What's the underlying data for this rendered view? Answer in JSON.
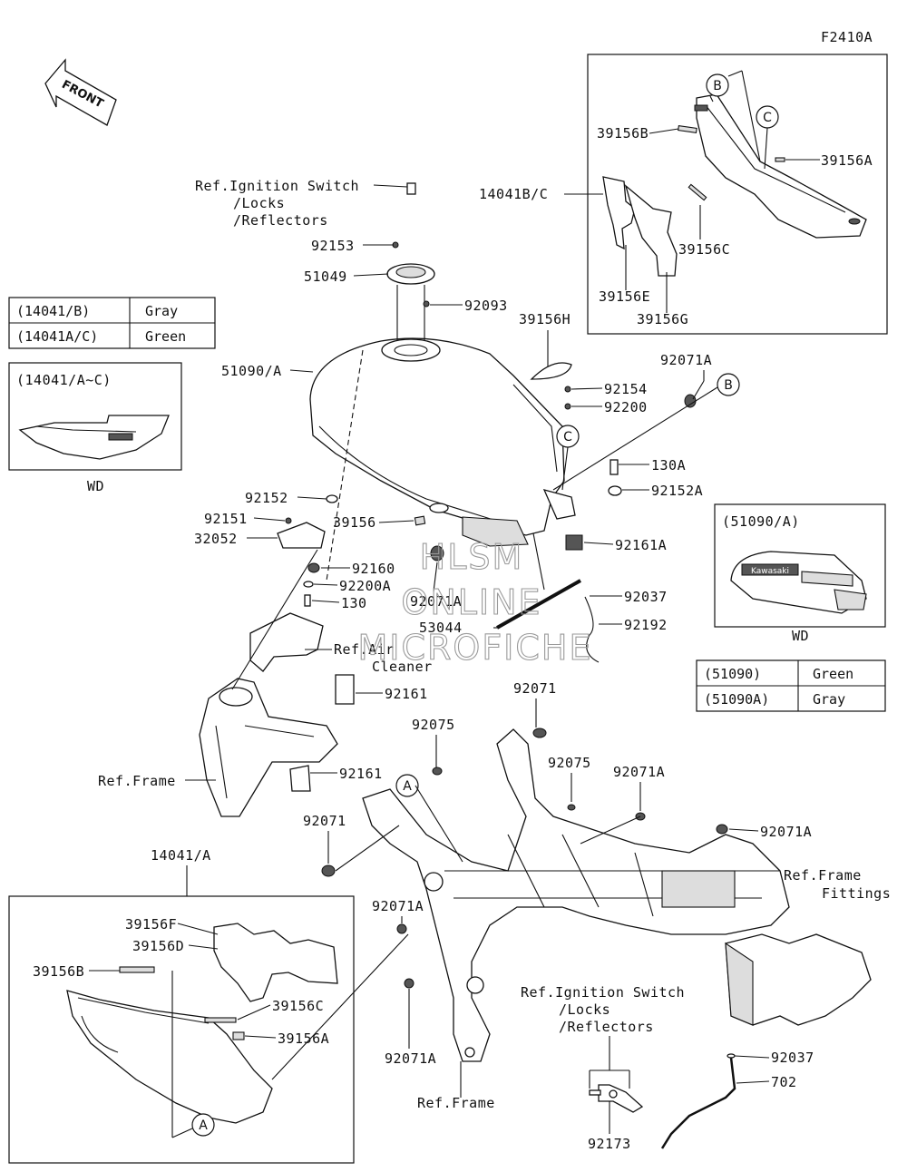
{
  "diagram_code": "F2410A",
  "front_label": "FRONT",
  "labels": {
    "ref_ign1": "Ref.Ignition Switch",
    "ref_ign1_b": "/Locks",
    "ref_ign1_c": "/Reflectors",
    "p92153": "92153",
    "p51049": "51049",
    "p92093": "92093",
    "p39156H": "39156H",
    "p51090A": "51090/A",
    "p92154": "92154",
    "p92200": "92200",
    "p92071A_top": "92071A",
    "p130A": "130A",
    "p92152A": "92152A",
    "p92161A": "92161A",
    "p92152": "92152",
    "p92151": "92151",
    "p32052": "32052",
    "p39156": "39156",
    "p92160": "92160",
    "p92200A": "92200A",
    "p130": "130",
    "p92071A_mid": "92071A",
    "p92037_top": "92037",
    "p53044": "53044",
    "p92192": "92192",
    "ref_air": "Ref.Air",
    "ref_air_b": "Cleaner",
    "p92161_a": "92161",
    "p92161_b": "92161",
    "ref_frame1": "Ref.Frame",
    "p92071": "92071",
    "p92075_a": "92075",
    "p92075_b": "92075",
    "p92071_b": "92071",
    "p92071A_r1": "92071A",
    "p92071A_r2": "92071A",
    "ref_frame_fit": "Ref.Frame",
    "ref_frame_fit_b": "Fittings",
    "p14041A": "14041/A",
    "p39156F": "39156F",
    "p39156D": "39156D",
    "p39156B_low": "39156B",
    "p39156C_low": "39156C",
    "p39156A_low": "39156A",
    "p92071A_l1": "92071A",
    "p92071A_l2": "92071A",
    "ref_ign2": "Ref.Ignition Switch",
    "ref_ign2_b": "/Locks",
    "ref_ign2_c": "/Reflectors",
    "ref_frame2": "Ref.Frame",
    "p92173": "92173",
    "p92037_low": "92037",
    "p702": "702",
    "p39156B_top": "39156B",
    "p14041BC": "14041B/C",
    "p39156A_top": "39156A",
    "p39156C_top": "39156C",
    "p39156E": "39156E",
    "p39156G": "39156G"
  },
  "callouts": {
    "A": "A",
    "B": "B",
    "C": "C"
  },
  "table_left": [
    {
      "code": "(14041/B)",
      "color": "Gray"
    },
    {
      "code": "(14041A/C)",
      "color": "Green"
    }
  ],
  "table_right": [
    {
      "code": "(51090)",
      "color": "Green"
    },
    {
      "code": "(51090A)",
      "color": "Gray"
    }
  ],
  "inset_left": {
    "title": "(14041/A~C)",
    "caption": "WD"
  },
  "inset_right": {
    "title": "(51090/A)",
    "caption": "WD",
    "badge": "Kawasaki"
  },
  "watermark": [
    "HLSM",
    "ONLINE",
    "MICROFICHE"
  ]
}
